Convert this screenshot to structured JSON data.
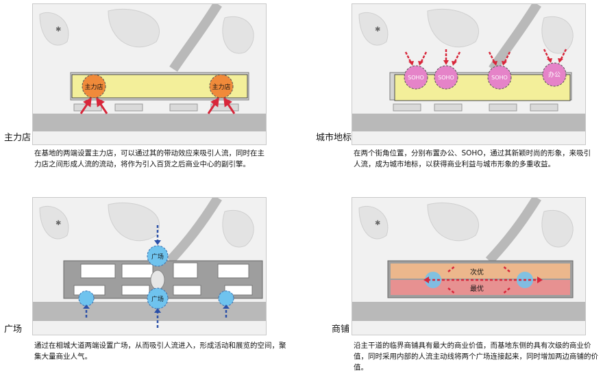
{
  "panels": [
    {
      "label": "主力店",
      "description": "在基地的两端设置主力店，可以通过其的带动效应来吸引人流，同时在主力店之间形成人流的流动，将作为引入百货之后商业中心的副引擎。",
      "circle_labels": [
        "主力店",
        "主力店"
      ]
    },
    {
      "label": "城市地标",
      "description": "在两个街角位置，分别布置办公、SOHO，通过其新颖时尚的形象，来吸引人流，成为城市地标，以获得商业利益与城市形象的多重收益。",
      "circle_labels": [
        "SOHO",
        "SOHO",
        "SOHO",
        "办公"
      ]
    },
    {
      "label": "广场",
      "description": "通过在相城大道两端设置广场，从而吸引人流进入，形成活动和展览的空间，聚集大量商业人气。",
      "circle_labels": [
        "广场",
        "广场"
      ]
    },
    {
      "label": "商铺",
      "description": "沿主干道的临界商铺具有最大的商业价值，而基地东侧的具有次级的商业价值，同时采用内部的人流主动线将两个广场连接起来，同时增加两边商铺的价值。",
      "band_labels": [
        "次优",
        "最优"
      ]
    }
  ],
  "colors": {
    "yellow_block": "#f3ef9a",
    "orange_circle": "#f08a3a",
    "pink_circle": "#e583c8",
    "blue_circle": "#6fc3ee",
    "arrow_red": "#d8263a",
    "arrow_blue": "#2a4fa8",
    "band_orange": "#f4b98a",
    "band_red": "#ee8f8f"
  }
}
